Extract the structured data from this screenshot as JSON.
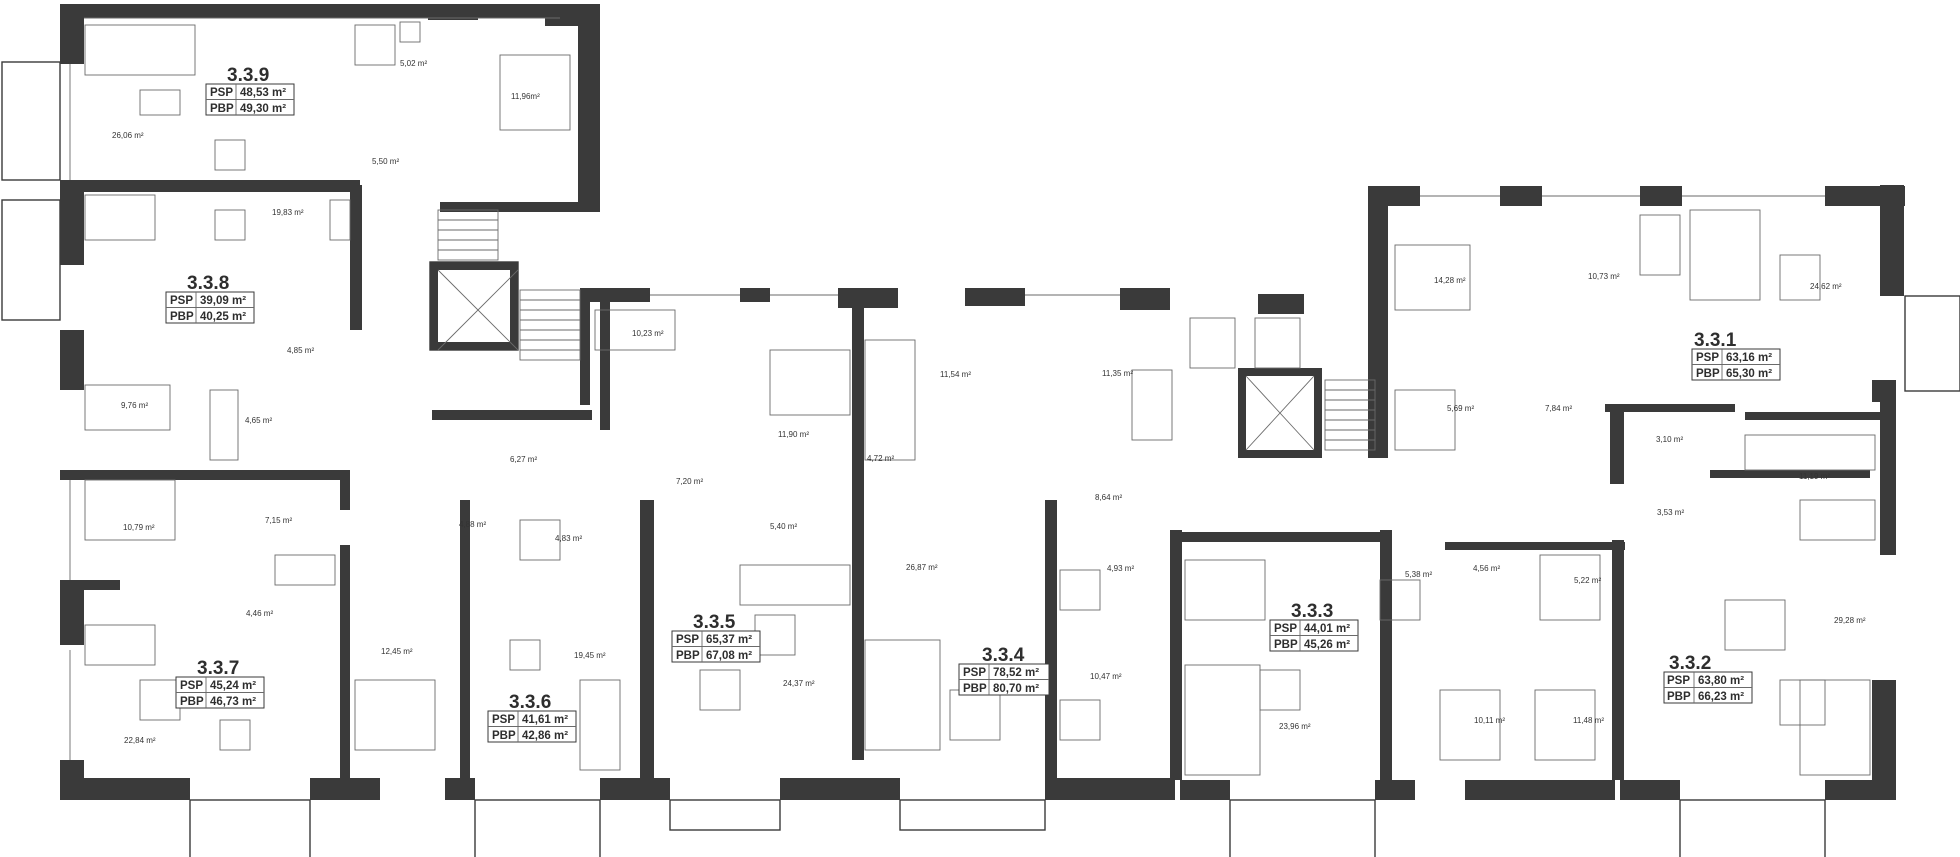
{
  "apartments": [
    {
      "id": "3.3.9",
      "psp_label": "PSP",
      "psp": "48,53 m²",
      "pbp_label": "PBP",
      "pbp": "49,30 m²"
    },
    {
      "id": "3.3.8",
      "psp_label": "PSP",
      "psp": "39,09 m²",
      "pbp_label": "PBP",
      "pbp": "40,25 m²"
    },
    {
      "id": "3.3.7",
      "psp_label": "PSP",
      "psp": "45,24 m²",
      "pbp_label": "PBP",
      "pbp": "46,73 m²"
    },
    {
      "id": "3.3.6",
      "psp_label": "PSP",
      "psp": "41,61 m²",
      "pbp_label": "PBP",
      "pbp": "42,86 m²"
    },
    {
      "id": "3.3.5",
      "psp_label": "PSP",
      "psp": "65,37 m²",
      "pbp_label": "PBP",
      "pbp": "67,08 m²"
    },
    {
      "id": "3.3.4",
      "psp_label": "PSP",
      "psp": "78,52 m²",
      "pbp_label": "PBP",
      "pbp": "80,70 m²"
    },
    {
      "id": "3.3.3",
      "psp_label": "PSP",
      "psp": "44,01 m²",
      "pbp_label": "PBP",
      "pbp": "45,26 m²"
    },
    {
      "id": "3.3.2",
      "psp_label": "PSP",
      "psp": "63,80 m²",
      "pbp_label": "PBP",
      "pbp": "66,23 m²"
    },
    {
      "id": "3.3.1",
      "psp_label": "PSP",
      "psp": "63,16 m²",
      "pbp_label": "PBP",
      "pbp": "65,30 m²"
    }
  ],
  "rooms": [
    "26,06 m²",
    "5,02 m²",
    "11,96m²",
    "5,50 m²",
    "19,83 m²",
    "4,85 m²",
    "9,76 m²",
    "4,65 m²",
    "6,27 m²",
    "10,79 m²",
    "7,15 m²",
    "4,46 m²",
    "22,84 m²",
    "12,45 m²",
    "4,88 m²",
    "4,83 m²",
    "19,45 m²",
    "10,23 m²",
    "11,90 m²",
    "7,20 m²",
    "5,40 m²",
    "24,37 m²",
    "11,54 m²",
    "4,72 m²",
    "26,87 m²",
    "11,35 m²",
    "8,64 m²",
    "4,93 m²",
    "10,47 m²",
    "14,28 m²",
    "10,73 m²",
    "24,62 m²",
    "5,69 m²",
    "7,84 m²",
    "3,10 m²",
    "11,19 m²",
    "3,53 m²",
    "5,38 m²",
    "4,56 m²",
    "5,22 m²",
    "29,28 m²",
    "23,96 m²",
    "10,11 m²",
    "11,48 m²"
  ]
}
